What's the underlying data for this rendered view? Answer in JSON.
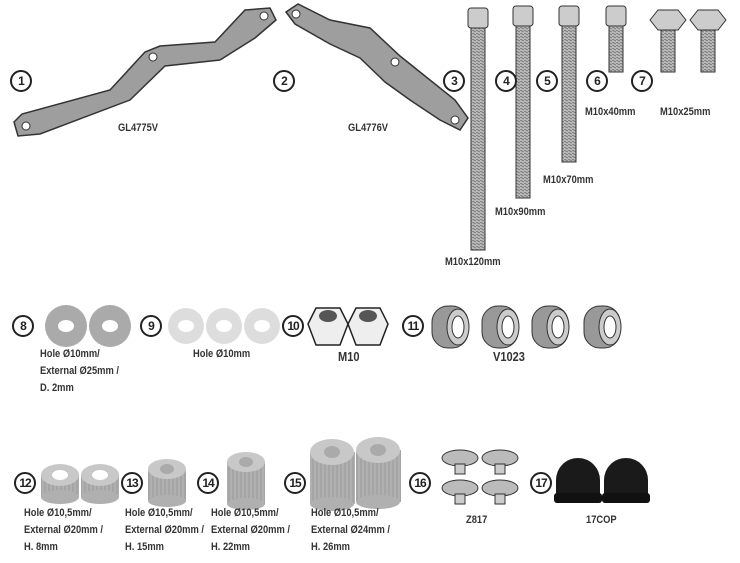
{
  "parts": [
    {
      "number": "1",
      "label": "GL4775V"
    },
    {
      "number": "2",
      "label": "GL4776V"
    },
    {
      "number": "3",
      "label": "M10x120mm"
    },
    {
      "number": "4",
      "label": "M10x90mm"
    },
    {
      "number": "5",
      "label": "M10x70mm"
    },
    {
      "number": "6",
      "label": "M10x40mm"
    },
    {
      "number": "7",
      "label": "M10x25mm"
    },
    {
      "number": "8",
      "lines": [
        "Hole Ø10mm/",
        "External Ø25mm /",
        "D. 2mm"
      ]
    },
    {
      "number": "9",
      "label": "Hole Ø10mm"
    },
    {
      "number": "10",
      "label": "M10"
    },
    {
      "number": "11",
      "label": "V1023"
    },
    {
      "number": "12",
      "lines": [
        "Hole Ø10,5mm/",
        "External Ø20mm /",
        "H. 8mm"
      ]
    },
    {
      "number": "13",
      "lines": [
        "Hole Ø10,5mm/",
        "External Ø20mm /",
        "H. 15mm"
      ]
    },
    {
      "number": "14",
      "lines": [
        "Hole Ø10,5mm/",
        "External Ø20mm /",
        "H. 22mm"
      ]
    },
    {
      "number": "15",
      "lines": [
        "Hole Ø10,5mm/",
        "External Ø24mm /",
        "H. 26mm"
      ]
    },
    {
      "number": "16",
      "label": "Z817"
    },
    {
      "number": "17",
      "label": "17COP"
    }
  ],
  "colors": {
    "metal": "#a9a9a9",
    "light": "#dcdcdc",
    "black": "#1a1a1a"
  }
}
